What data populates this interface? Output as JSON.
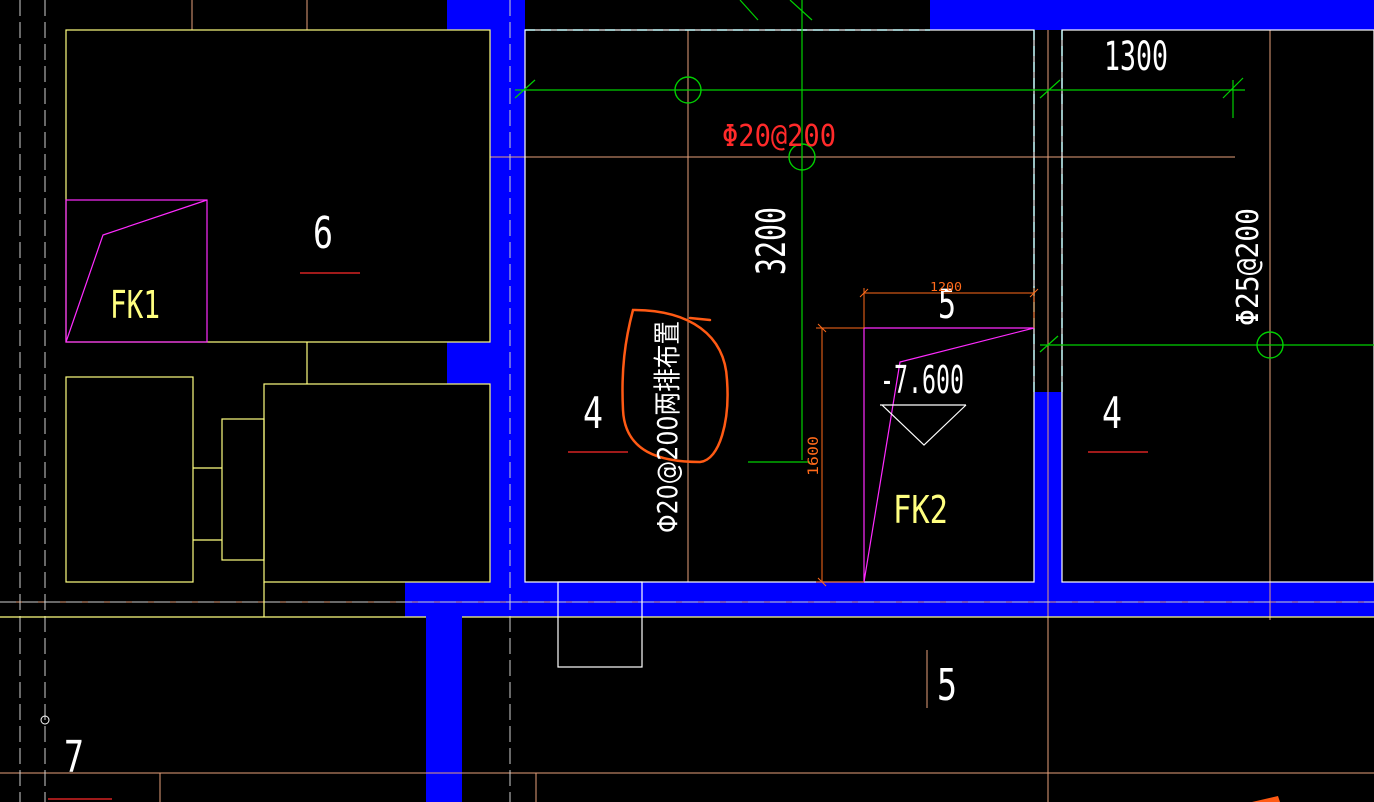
{
  "colors": {
    "background": "#000000",
    "wall": "#0000ff",
    "outline_yellow": "#ffff80",
    "grid_salmon": "#e6a07a",
    "dim_orange": "#ff6a1a",
    "rebar_green": "#00d000",
    "magenta": "#ff2bff",
    "red": "#ff2a2a",
    "white": "#ffffff",
    "cyan": "#00c8d0",
    "markup_orange": "#ff5a14"
  },
  "labels": {
    "fk1": "FK1",
    "fk2": "FK2",
    "room6": "6",
    "room4_left": "4",
    "room4_right": "4",
    "room5_upper": "5",
    "room5_lower": "5",
    "room7": "7",
    "level": "-7.600"
  },
  "dims": {
    "top_right": "1300",
    "vertical": "3200",
    "pit_top": "1200",
    "pit_side": "1600"
  },
  "rebar": {
    "horizontal": "Φ20@200",
    "vertical_right": "Φ25@200",
    "vertical_left": "Φ20@200两排布置"
  }
}
